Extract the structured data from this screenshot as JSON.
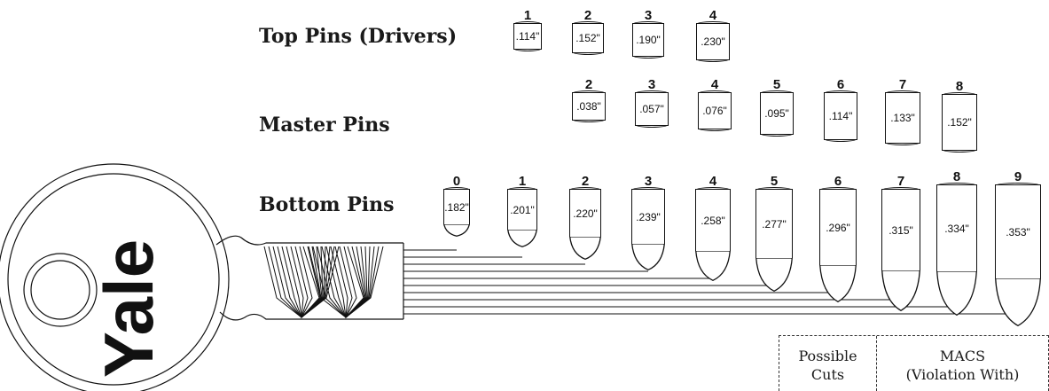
{
  "labels": {
    "top_pins": "Top Pins (Drivers)",
    "master_pins": "Master Pins",
    "bottom_pins": "Bottom Pins"
  },
  "key": {
    "brand": "Yale"
  },
  "top_pins": [
    {
      "num": "1",
      "size": ".114\""
    },
    {
      "num": "2",
      "size": ".152\""
    },
    {
      "num": "3",
      "size": ".190\""
    },
    {
      "num": "4",
      "size": ".230\""
    }
  ],
  "master_pins": [
    {
      "num": "2",
      "size": ".038\""
    },
    {
      "num": "3",
      "size": ".057\""
    },
    {
      "num": "4",
      "size": ".076\""
    },
    {
      "num": "5",
      "size": ".095\""
    },
    {
      "num": "6",
      "size": ".114\""
    },
    {
      "num": "7",
      "size": ".133\""
    },
    {
      "num": "8",
      "size": ".152\""
    }
  ],
  "bottom_pins": [
    {
      "num": "0",
      "size": ".182\""
    },
    {
      "num": "1",
      "size": ".201\""
    },
    {
      "num": "2",
      "size": ".220\""
    },
    {
      "num": "3",
      "size": ".239\""
    },
    {
      "num": "4",
      "size": ".258\""
    },
    {
      "num": "5",
      "size": ".277\""
    },
    {
      "num": "6",
      "size": ".296\""
    },
    {
      "num": "7",
      "size": ".315\""
    },
    {
      "num": "8",
      "size": ".334\""
    },
    {
      "num": "9",
      "size": ".353\""
    }
  ],
  "table": {
    "col1_line1": "Possible",
    "col1_line2": "Cuts",
    "col2_line1": "MACS",
    "col2_line2": "(Violation With)"
  }
}
